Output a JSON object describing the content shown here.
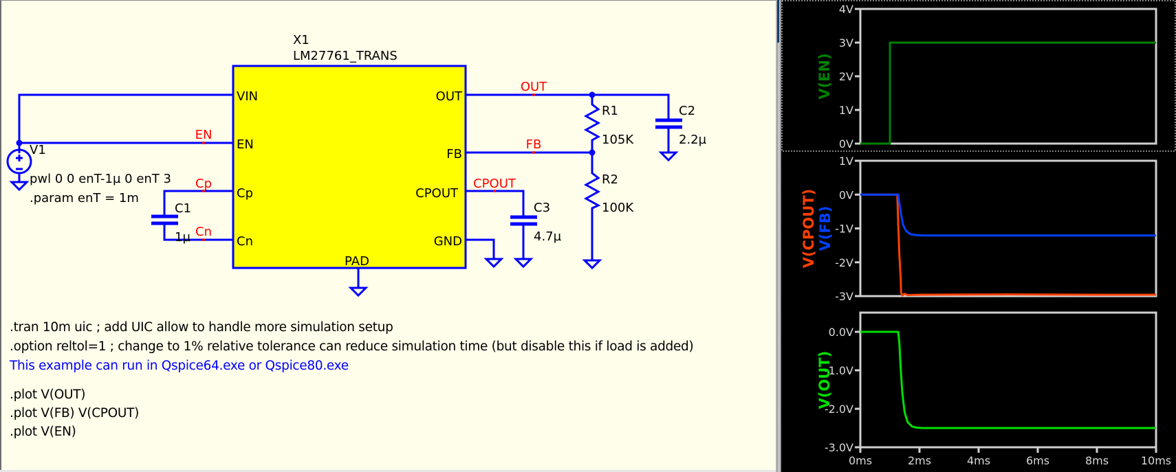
{
  "schematic": {
    "ic": {
      "ref": "X1",
      "model": "LM27761_TRANS",
      "pins_left": [
        "VIN",
        "EN",
        "Cp",
        "Cn"
      ],
      "pins_right": [
        "OUT",
        "FB",
        "CPOUT",
        "GND"
      ],
      "pin_bottom": "PAD"
    },
    "source": {
      "ref": "V1",
      "value": "pwl 0 0 enT-1µ 0 enT 3",
      "param": ".param enT = 1m"
    },
    "components": {
      "c1": {
        "ref": "C1",
        "value": "1µ"
      },
      "c2": {
        "ref": "C2",
        "value": "2.2µ"
      },
      "c3": {
        "ref": "C3",
        "value": "4.7µ"
      },
      "r1": {
        "ref": "R1",
        "value": "105K"
      },
      "r2": {
        "ref": "R2",
        "value": "100K"
      }
    },
    "net_labels": {
      "en": "EN",
      "cp": "Cp",
      "cn": "Cn",
      "out": "OUT",
      "fb": "FB",
      "cpout": "CPOUT"
    },
    "directives": [
      {
        "text": ".tran 10m uic ; add UIC allow to handle more simulation setup",
        "kind": "directive"
      },
      {
        "text": ".option reltol=1 ; change to 1% relative tolerance can reduce simulation time (but disable this if load is added)",
        "kind": "directive"
      },
      {
        "text": "This example can run in Qspice64.exe or Qspice80.exe",
        "kind": "comment"
      },
      {
        "text": ".plot V(OUT)",
        "kind": "directive"
      },
      {
        "text": ".plot V(FB) V(CPOUT)",
        "kind": "directive"
      },
      {
        "text": ".plot V(EN)",
        "kind": "directive"
      }
    ]
  },
  "colors": {
    "wire": "#0000ff",
    "ic_fill": "#ffff00",
    "net_label": "#ff0000",
    "schematic_bg": "#fffeeb",
    "plot_bg": "#000000",
    "axis": "#d0d0d0",
    "v_en": "#008000",
    "v_cpout": "#ff4000",
    "v_fb": "#0040ff",
    "v_out": "#00e000"
  },
  "chart_data": [
    {
      "type": "line",
      "title": "",
      "xlabel": "",
      "ylabel": "V(EN)",
      "xlim": [
        0,
        10
      ],
      "ylim": [
        0,
        4
      ],
      "yticks": [
        "0V",
        "1V",
        "2V",
        "3V",
        "4V"
      ],
      "ytick_values": [
        0,
        1,
        2,
        3,
        4
      ],
      "series": [
        {
          "name": "V(EN)",
          "color": "#008000",
          "x": [
            0,
            0.999,
            1.0,
            10
          ],
          "y": [
            0,
            0,
            3,
            3
          ]
        }
      ]
    },
    {
      "type": "line",
      "title": "",
      "xlabel": "",
      "ylabel": "V(CPOUT) V(FB)",
      "xlim": [
        0,
        10
      ],
      "ylim": [
        -3,
        1
      ],
      "yticks": [
        "-3V",
        "-2V",
        "-1V",
        "0V",
        "1V"
      ],
      "ytick_values": [
        -3,
        -2,
        -1,
        0,
        1
      ],
      "series": [
        {
          "name": "V(CPOUT)",
          "color": "#ff4000",
          "x": [
            0,
            1.25,
            1.28,
            1.32,
            1.36,
            1.38,
            1.42,
            1.5,
            1.6,
            2.0,
            5,
            8,
            10
          ],
          "y": [
            0,
            0,
            -0.8,
            -1.8,
            -2.4,
            -2.9,
            -2.98,
            -2.93,
            -2.97,
            -2.96,
            -2.95,
            -2.96,
            -2.96
          ]
        },
        {
          "name": "V(FB)",
          "color": "#0040ff",
          "x": [
            0,
            1.28,
            1.32,
            1.38,
            1.45,
            1.55,
            1.7,
            1.9,
            2.2,
            5,
            10
          ],
          "y": [
            0,
            0,
            -0.25,
            -0.6,
            -0.9,
            -1.08,
            -1.17,
            -1.2,
            -1.21,
            -1.21,
            -1.21
          ]
        }
      ]
    },
    {
      "type": "line",
      "title": "",
      "xlabel": "",
      "ylabel": "V(OUT)",
      "xlim": [
        0,
        10
      ],
      "ylim": [
        -3.0,
        0.5
      ],
      "yticks": [
        "-3.0V",
        "-2.0V",
        "-1.0V",
        "0.0V"
      ],
      "ytick_values": [
        -3,
        -2,
        -1,
        0
      ],
      "xticks": [
        "0ms",
        "2ms",
        "4ms",
        "6ms",
        "8ms",
        "10ms"
      ],
      "xtick_values": [
        0,
        2,
        4,
        6,
        8,
        10
      ],
      "series": [
        {
          "name": "V(OUT)",
          "color": "#00e000",
          "x": [
            0,
            1.28,
            1.32,
            1.36,
            1.42,
            1.5,
            1.6,
            1.75,
            1.9,
            2.1,
            5,
            10
          ],
          "y": [
            0,
            0,
            -0.3,
            -0.9,
            -1.6,
            -2.1,
            -2.35,
            -2.46,
            -2.49,
            -2.5,
            -2.5,
            -2.5
          ]
        }
      ]
    }
  ]
}
